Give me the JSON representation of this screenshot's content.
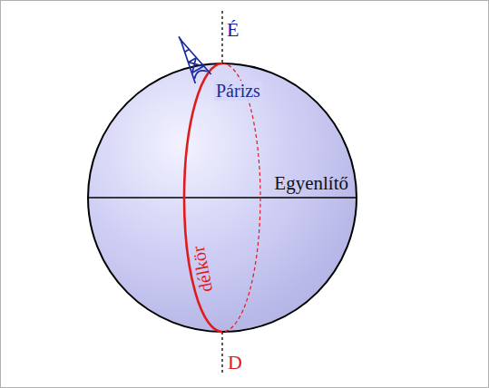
{
  "diagram": {
    "labels": [
      "É",
      "Párizs",
      "Egyenlítő",
      "délkör",
      "D"
    ]
  }
}
